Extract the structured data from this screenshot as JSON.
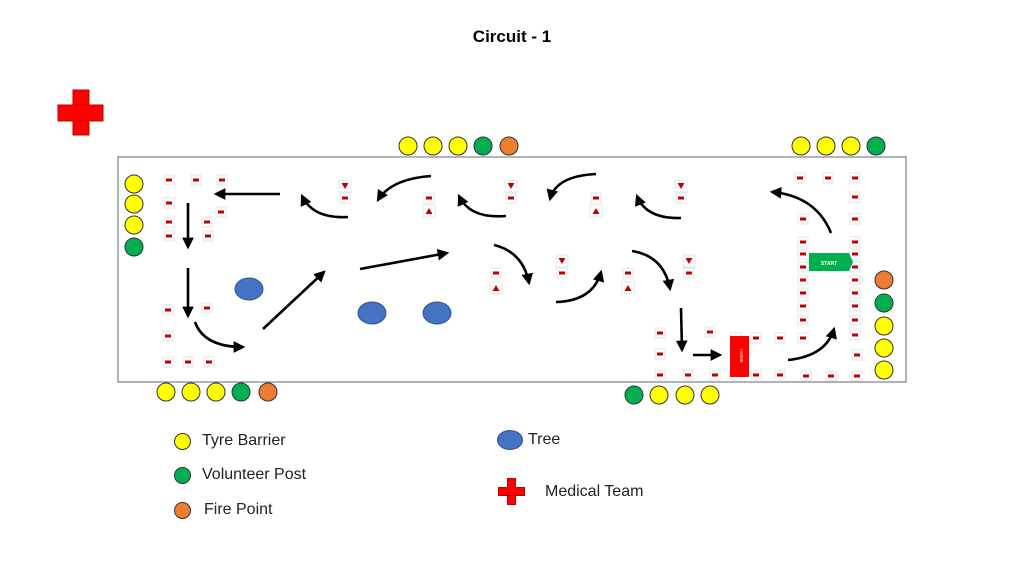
{
  "title": "Circuit - 1",
  "colors": {
    "tyre_barrier": "#ffff00",
    "volunteer_post": "#00b050",
    "fire_point": "#ed7d31",
    "tree": "#4472c4",
    "medical": "#ff0000",
    "cone": "#c00000",
    "start": "#00b050"
  },
  "track": {
    "start_label": "START",
    "finish_label": "HOME"
  },
  "legend": {
    "tyre_barrier": "Tyre Barrier",
    "volunteer_post": "Volunteer Post",
    "fire_point": "Fire Point",
    "tree": "Tree",
    "medical_team": "Medical Team"
  }
}
